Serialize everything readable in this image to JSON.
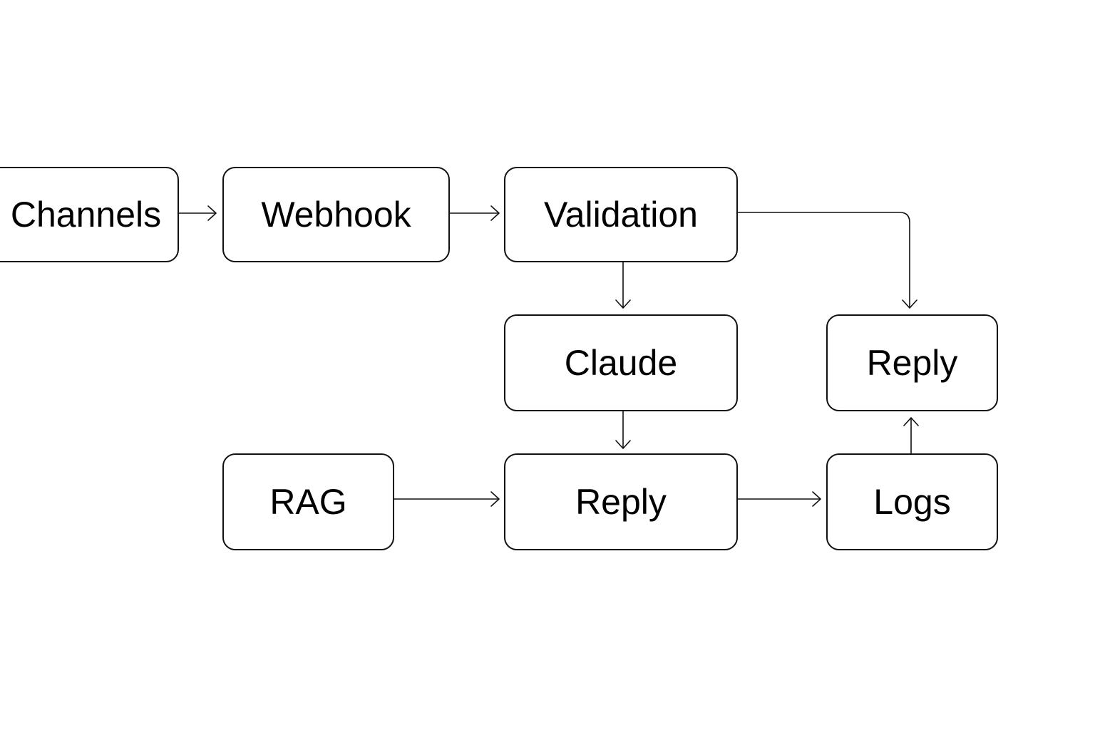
{
  "diagram": {
    "nodes": {
      "channels": {
        "label": "Channels"
      },
      "webhook": {
        "label": "Webhook"
      },
      "validation": {
        "label": "Validation"
      },
      "claude": {
        "label": "Claude"
      },
      "reply_right": {
        "label": "Reply"
      },
      "rag": {
        "label": "RAG"
      },
      "reply_mid": {
        "label": "Reply"
      },
      "logs": {
        "label": "Logs"
      }
    },
    "edges": [
      {
        "from": "channels",
        "to": "webhook"
      },
      {
        "from": "webhook",
        "to": "validation"
      },
      {
        "from": "validation",
        "to": "claude"
      },
      {
        "from": "validation",
        "to": "reply_right"
      },
      {
        "from": "claude",
        "to": "reply_mid"
      },
      {
        "from": "rag",
        "to": "reply_mid"
      },
      {
        "from": "reply_mid",
        "to": "logs"
      },
      {
        "from": "logs",
        "to": "reply_right"
      }
    ],
    "colors": {
      "stroke": "#111111",
      "text": "#000000",
      "background": "#ffffff"
    }
  }
}
